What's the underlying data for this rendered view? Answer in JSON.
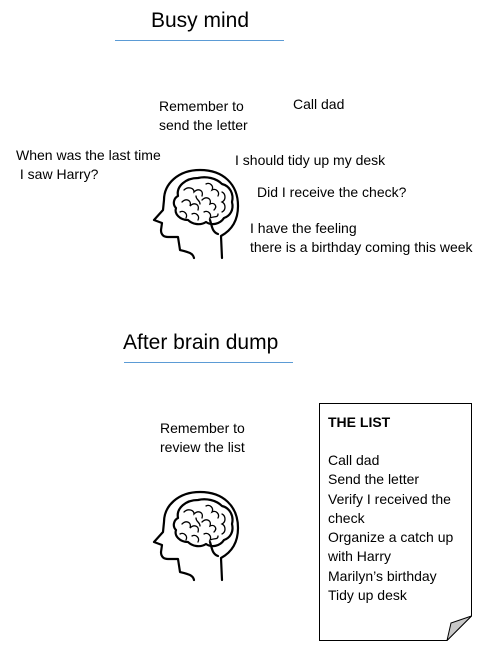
{
  "busy": {
    "title": "Busy mind",
    "thoughts": [
      "Remember to\nsend the letter",
      "Call dad",
      "When was the last time\n I saw Harry?",
      "I should tidy up my desk",
      "Did I receive the check?",
      "I have the feeling\nthere is a birthday coming this week"
    ]
  },
  "after": {
    "title": "After brain dump",
    "reminder": "Remember to\nreview the list",
    "list": {
      "title": "THE LIST",
      "items": [
        "Call dad",
        "Send the letter",
        "Verify I received the check",
        "Organize a catch up with Harry",
        "Marilyn’s birthday",
        "Tidy up desk"
      ]
    }
  },
  "colors": {
    "underline": "#5b9bd5",
    "paper_fold": "#c8c8c8"
  },
  "icons": [
    "head-brain-icon",
    "head-brain-icon"
  ]
}
